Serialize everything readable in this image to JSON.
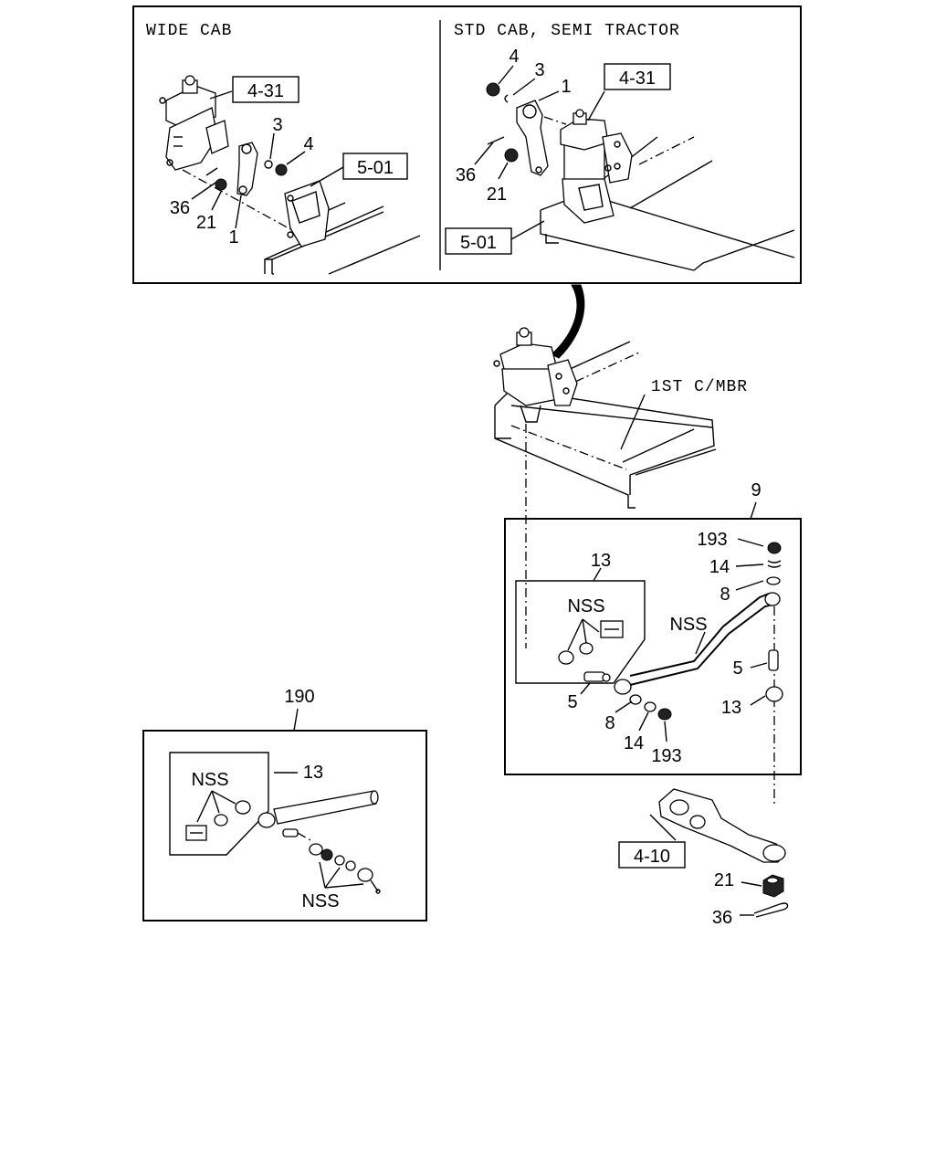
{
  "top_panel": {
    "left_title": "WIDE CAB",
    "right_title": "STD CAB, SEMI TRACTOR",
    "left_refs": {
      "ref_steering": "4-31",
      "ref_frame": "5-01"
    },
    "right_refs": {
      "ref_steering": "4-31",
      "ref_frame": "5-01"
    },
    "left_callouts": {
      "c3": "3",
      "c4": "4",
      "c36": "36",
      "c21": "21",
      "c1": "1"
    },
    "right_callouts": {
      "c4": "4",
      "c3": "3",
      "c1": "1",
      "c36": "36",
      "c21": "21"
    }
  },
  "center": {
    "crossmember_label": "1ST C/MBR"
  },
  "assembly_9": {
    "title": "9",
    "kit_label": "13",
    "kit_note": "NSS",
    "rod_note": "NSS",
    "callouts": {
      "c193_top": "193",
      "c14_top": "14",
      "c8_top": "8",
      "c5_right": "5",
      "c13_right": "13",
      "c5_left": "5",
      "c8_bot": "8",
      "c14_bot": "14",
      "c193_bot": "193"
    }
  },
  "assembly_190": {
    "title": "190",
    "kit_label": "13",
    "kit_note": "NSS",
    "parts_note": "NSS"
  },
  "lower_right": {
    "ref_knuckle": "4-10",
    "c21": "21",
    "c36": "36"
  }
}
